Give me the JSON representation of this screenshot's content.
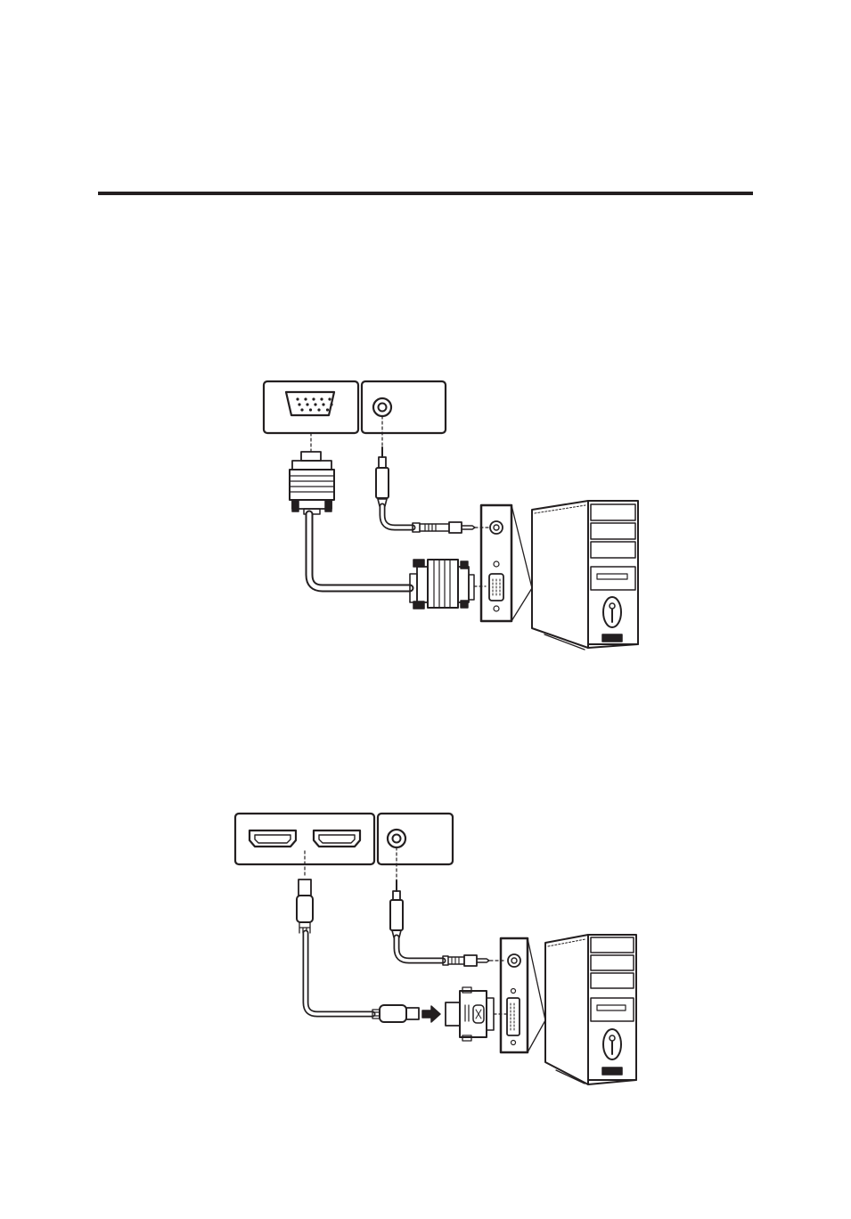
{
  "page": {
    "background": "#ffffff",
    "line_color": "#231f20"
  },
  "diagrams": [
    {
      "id": "vga-connection",
      "components": [
        "vga-port-panel",
        "audio-port-panel",
        "vga-cable",
        "audio-cable",
        "pc-io-panel",
        "pc-tower"
      ]
    },
    {
      "id": "hdmi-connection",
      "components": [
        "hdmi-port-panel",
        "audio-port-panel",
        "hdmi-cable",
        "hdmi-dvi-adapter",
        "arrow",
        "audio-cable",
        "pc-io-panel",
        "pc-tower"
      ]
    }
  ]
}
